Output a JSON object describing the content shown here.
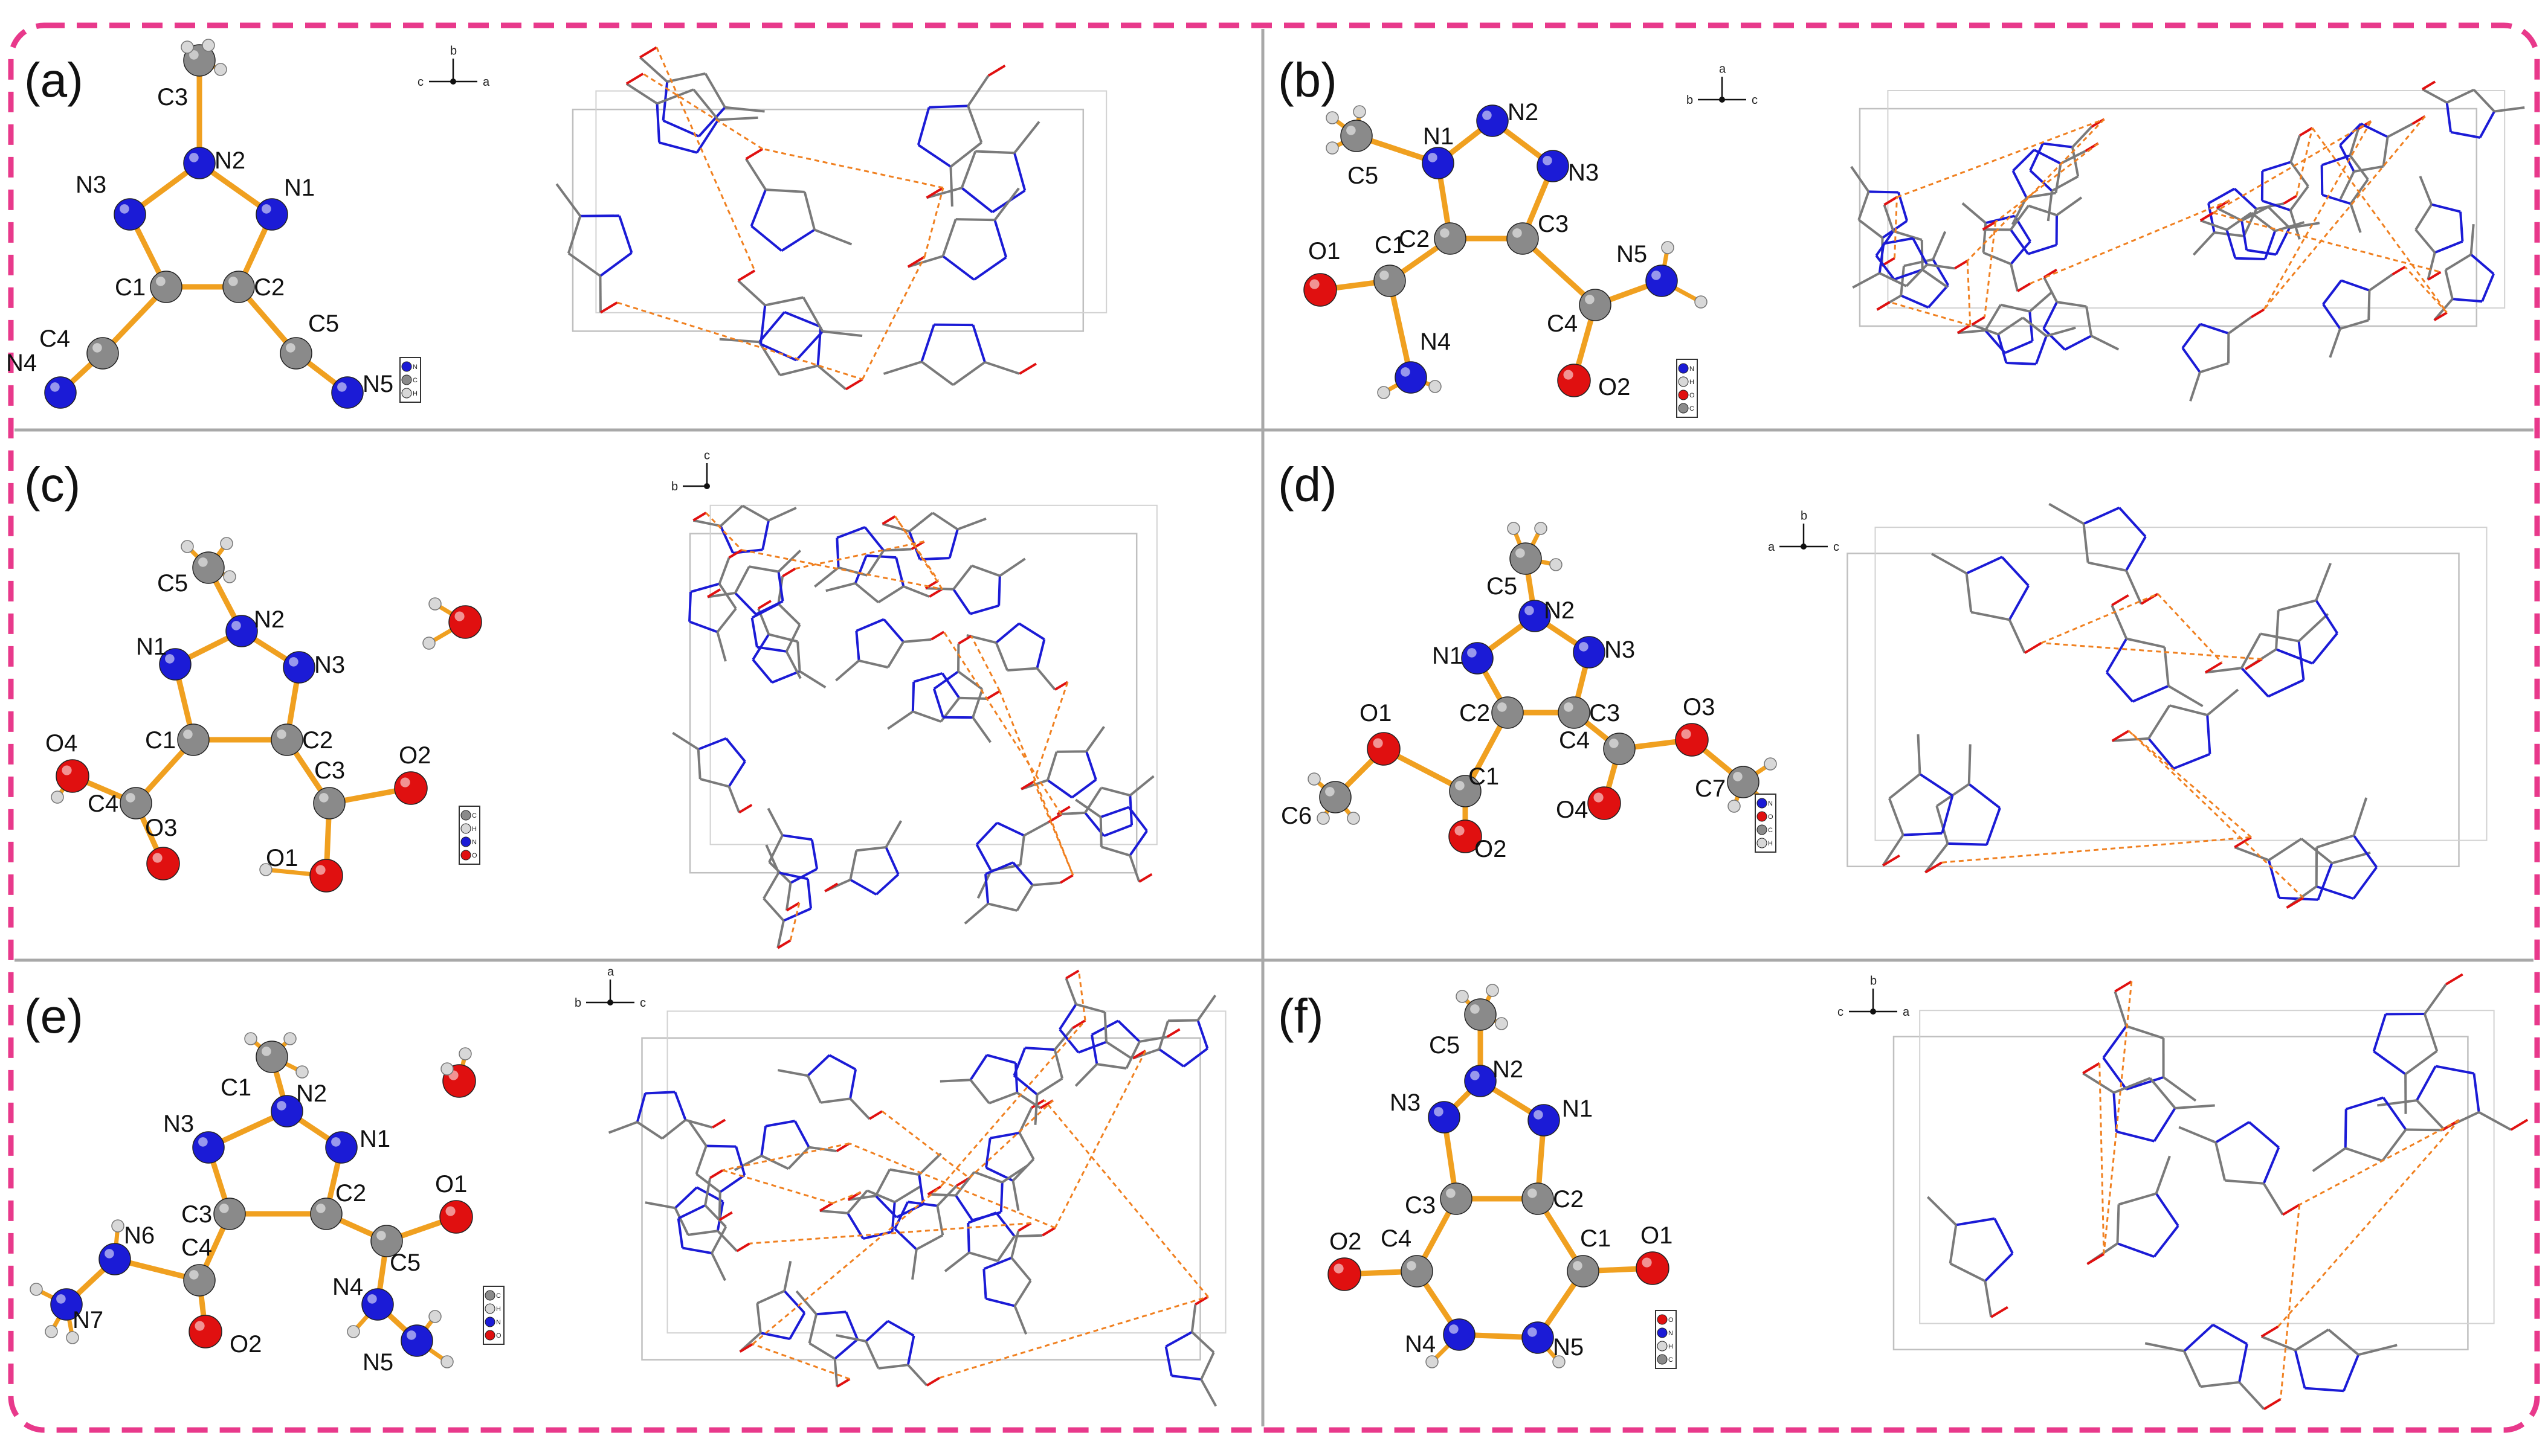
{
  "figure": {
    "frame_color": "#e8398b",
    "panels": [
      {
        "id": "a",
        "label": "(a)",
        "bonds": [
          [
            "C3",
            "N2"
          ],
          [
            "N2",
            "N3"
          ],
          [
            "N2",
            "N1"
          ],
          [
            "N3",
            "C1"
          ],
          [
            "N1",
            "C2"
          ],
          [
            "C1",
            "C2"
          ],
          [
            "C1",
            "C4"
          ],
          [
            "C4",
            "N4"
          ],
          [
            "C2",
            "C5"
          ],
          [
            "C5",
            "N5"
          ]
        ],
        "atoms": [
          {
            "name": "C3",
            "el": "C",
            "label": "C3"
          },
          {
            "name": "N2",
            "el": "N",
            "label": "N2"
          },
          {
            "name": "N3",
            "el": "N",
            "label": "N3"
          },
          {
            "name": "N1",
            "el": "N",
            "label": "N1"
          },
          {
            "name": "C1",
            "el": "C",
            "label": "C1"
          },
          {
            "name": "C2",
            "el": "C",
            "label": "C2"
          },
          {
            "name": "C4",
            "el": "C",
            "label": "C4"
          },
          {
            "name": "C5",
            "el": "C",
            "label": "C5"
          },
          {
            "name": "N4",
            "el": "N",
            "label": "N4"
          },
          {
            "name": "N5",
            "el": "N",
            "label": "N5"
          }
        ],
        "hydrogens": 3,
        "axes": [
          "b",
          "c",
          "a"
        ],
        "legend": [
          "N",
          "C",
          "H"
        ],
        "packing_style": "sparse"
      },
      {
        "id": "b",
        "label": "(b)",
        "bonds": [
          [
            "C5",
            "N1"
          ],
          [
            "N1",
            "N2"
          ],
          [
            "N2",
            "N3"
          ],
          [
            "N1",
            "C2"
          ],
          [
            "N3",
            "C3"
          ],
          [
            "C2",
            "C3"
          ],
          [
            "C2",
            "C1"
          ],
          [
            "C1",
            "O1"
          ],
          [
            "C1",
            "N4"
          ],
          [
            "C3",
            "C4"
          ],
          [
            "C4",
            "N5"
          ],
          [
            "C4",
            "O2"
          ]
        ],
        "atoms": [
          {
            "name": "C5",
            "el": "C",
            "label": "C5"
          },
          {
            "name": "N1",
            "el": "N",
            "label": "N1"
          },
          {
            "name": "N2",
            "el": "N",
            "label": "N2"
          },
          {
            "name": "N3",
            "el": "N",
            "label": "N3"
          },
          {
            "name": "C2",
            "el": "C",
            "label": "C2"
          },
          {
            "name": "C3",
            "el": "C",
            "label": "C3"
          },
          {
            "name": "C1",
            "el": "C",
            "label": "C1"
          },
          {
            "name": "O1",
            "el": "O",
            "label": "O1"
          },
          {
            "name": "C4",
            "el": "C",
            "label": "C4"
          },
          {
            "name": "N5",
            "el": "N",
            "label": "N5"
          },
          {
            "name": "N4",
            "el": "N",
            "label": "N4"
          },
          {
            "name": "O2",
            "el": "O",
            "label": "O2"
          }
        ],
        "hydrogens": 7,
        "axes": [
          "a",
          "b",
          "c"
        ],
        "legend": [
          "N",
          "H",
          "O",
          "C"
        ],
        "packing_style": "dense"
      },
      {
        "id": "c",
        "label": "(c)",
        "bonds": [
          [
            "C5",
            "N2"
          ],
          [
            "N2",
            "N1"
          ],
          [
            "N2",
            "N3"
          ],
          [
            "N1",
            "C1"
          ],
          [
            "N3",
            "C2"
          ],
          [
            "C1",
            "C2"
          ],
          [
            "C1",
            "C4"
          ],
          [
            "C4",
            "O4"
          ],
          [
            "C4",
            "O3"
          ],
          [
            "C2",
            "C3"
          ],
          [
            "C3",
            "O2"
          ],
          [
            "C3",
            "O1"
          ]
        ],
        "atoms": [
          {
            "name": "C5",
            "el": "C",
            "label": "C5"
          },
          {
            "name": "N2",
            "el": "N",
            "label": "N2"
          },
          {
            "name": "N1",
            "el": "N",
            "label": "N1"
          },
          {
            "name": "N3",
            "el": "N",
            "label": "N3"
          },
          {
            "name": "C1",
            "el": "C",
            "label": "C1"
          },
          {
            "name": "C2",
            "el": "C",
            "label": "C2"
          },
          {
            "name": "C4",
            "el": "C",
            "label": "C4"
          },
          {
            "name": "C3",
            "el": "C",
            "label": "C3"
          },
          {
            "name": "O4",
            "el": "O",
            "label": "O4"
          },
          {
            "name": "O3",
            "el": "O",
            "label": "O3"
          },
          {
            "name": "O2",
            "el": "O",
            "label": "O2"
          },
          {
            "name": "O1",
            "el": "O",
            "label": "O1"
          },
          {
            "name": "OW",
            "el": "O",
            "label": ""
          }
        ],
        "hydrogens": 7,
        "axes": [
          "c",
          "b"
        ],
        "legend": [
          "C",
          "H",
          "N",
          "O"
        ],
        "packing_style": "dense"
      },
      {
        "id": "d",
        "label": "(d)",
        "bonds": [
          [
            "C5",
            "N2"
          ],
          [
            "N2",
            "N1"
          ],
          [
            "N2",
            "N3"
          ],
          [
            "N1",
            "C2"
          ],
          [
            "N3",
            "C3"
          ],
          [
            "C2",
            "C3"
          ],
          [
            "C2",
            "C1"
          ],
          [
            "C1",
            "O1"
          ],
          [
            "O1",
            "C6"
          ],
          [
            "C1",
            "O2"
          ],
          [
            "C3",
            "C4"
          ],
          [
            "C4",
            "O3"
          ],
          [
            "O3",
            "C7"
          ],
          [
            "C4",
            "O4"
          ]
        ],
        "atoms": [
          {
            "name": "C5",
            "el": "C",
            "label": "C5"
          },
          {
            "name": "N2",
            "el": "N",
            "label": "N2"
          },
          {
            "name": "N1",
            "el": "N",
            "label": "N1"
          },
          {
            "name": "N3",
            "el": "N",
            "label": "N3"
          },
          {
            "name": "C2",
            "el": "C",
            "label": "C2"
          },
          {
            "name": "C3",
            "el": "C",
            "label": "C3"
          },
          {
            "name": "O1",
            "el": "O",
            "label": "O1"
          },
          {
            "name": "C1",
            "el": "C",
            "label": "C1"
          },
          {
            "name": "C6",
            "el": "C",
            "label": "C6"
          },
          {
            "name": "O2",
            "el": "O",
            "label": "O2"
          },
          {
            "name": "C4",
            "el": "C",
            "label": "C4"
          },
          {
            "name": "O3",
            "el": "O",
            "label": "O3"
          },
          {
            "name": "C7",
            "el": "C",
            "label": "C7"
          },
          {
            "name": "O4",
            "el": "O",
            "label": "O4"
          }
        ],
        "hydrogens": 9,
        "axes": [
          "b",
          "a",
          "c"
        ],
        "legend": [
          "N",
          "O",
          "C",
          "H"
        ],
        "packing_style": "sparse"
      },
      {
        "id": "e",
        "label": "(e)",
        "bonds": [
          [
            "C1",
            "N2"
          ],
          [
            "N2",
            "N3"
          ],
          [
            "N2",
            "N1"
          ],
          [
            "N3",
            "C3"
          ],
          [
            "N1",
            "C2"
          ],
          [
            "C3",
            "C2"
          ],
          [
            "C3",
            "C4"
          ],
          [
            "C4",
            "N6"
          ],
          [
            "N6",
            "N7"
          ],
          [
            "C4",
            "O2"
          ],
          [
            "C2",
            "C5"
          ],
          [
            "C5",
            "O1"
          ],
          [
            "C5",
            "N4"
          ],
          [
            "N4",
            "N5"
          ]
        ],
        "atoms": [
          {
            "name": "C1",
            "el": "C",
            "label": "C1"
          },
          {
            "name": "N2",
            "el": "N",
            "label": "N2"
          },
          {
            "name": "N3",
            "el": "N",
            "label": "N3"
          },
          {
            "name": "N1",
            "el": "N",
            "label": "N1"
          },
          {
            "name": "C3",
            "el": "C",
            "label": "C3"
          },
          {
            "name": "C2",
            "el": "C",
            "label": "C2"
          },
          {
            "name": "O1",
            "el": "O",
            "label": "O1"
          },
          {
            "name": "N6",
            "el": "N",
            "label": "N6"
          },
          {
            "name": "C4",
            "el": "C",
            "label": "C4"
          },
          {
            "name": "C5",
            "el": "C",
            "label": "C5"
          },
          {
            "name": "N4",
            "el": "N",
            "label": "N4"
          },
          {
            "name": "N7",
            "el": "N",
            "label": "N7"
          },
          {
            "name": "O2",
            "el": "O",
            "label": "O2"
          },
          {
            "name": "N5",
            "el": "N",
            "label": "N5"
          },
          {
            "name": "OW",
            "el": "O",
            "label": ""
          }
        ],
        "hydrogens": 12,
        "axes": [
          "a",
          "b",
          "c"
        ],
        "legend": [
          "C",
          "H",
          "N",
          "O"
        ],
        "packing_style": "dense"
      },
      {
        "id": "f",
        "label": "(f)",
        "bonds": [
          [
            "C5",
            "N2"
          ],
          [
            "N2",
            "N3"
          ],
          [
            "N2",
            "N1"
          ],
          [
            "N3",
            "C3"
          ],
          [
            "N1",
            "C2"
          ],
          [
            "C3",
            "C2"
          ],
          [
            "C3",
            "C4"
          ],
          [
            "C2",
            "C1"
          ],
          [
            "C4",
            "O2"
          ],
          [
            "C1",
            "O1"
          ],
          [
            "C4",
            "N4"
          ],
          [
            "N4",
            "N5"
          ],
          [
            "C1",
            "N5"
          ]
        ],
        "atoms": [
          {
            "name": "C5",
            "el": "C",
            "label": "C5"
          },
          {
            "name": "N2",
            "el": "N",
            "label": "N2"
          },
          {
            "name": "N3",
            "el": "N",
            "label": "N3"
          },
          {
            "name": "N1",
            "el": "N",
            "label": "N1"
          },
          {
            "name": "C3",
            "el": "C",
            "label": "C3"
          },
          {
            "name": "C2",
            "el": "C",
            "label": "C2"
          },
          {
            "name": "C4",
            "el": "C",
            "label": "C4"
          },
          {
            "name": "C1",
            "el": "C",
            "label": "C1"
          },
          {
            "name": "O2",
            "el": "O",
            "label": "O2"
          },
          {
            "name": "O1",
            "el": "O",
            "label": "O1"
          },
          {
            "name": "N4",
            "el": "N",
            "label": "N4"
          },
          {
            "name": "N5",
            "el": "N",
            "label": "N5"
          }
        ],
        "hydrogens": 5,
        "axes": [
          "b",
          "c",
          "a"
        ],
        "legend": [
          "O",
          "N",
          "H",
          "C"
        ],
        "packing_style": "sparse"
      }
    ],
    "colors": {
      "C": "#8a8a8a",
      "N": "#1b1bd6",
      "O": "#e01010",
      "H": "#d8d8d8",
      "bond": "#f0a020",
      "hbond": "#f08020"
    }
  }
}
